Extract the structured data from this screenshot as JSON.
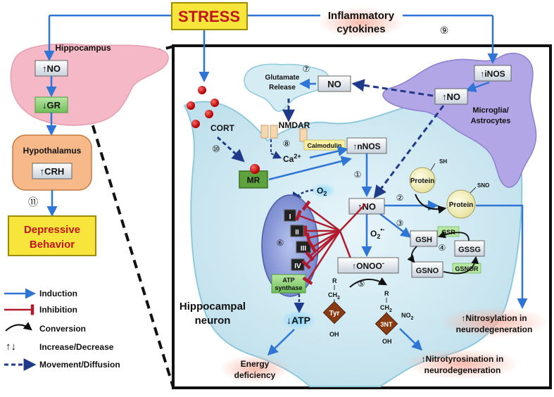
{
  "top": {
    "stress": "STRESS",
    "cytokines_line1": "Inflammatory",
    "cytokines_line2": "cytokines"
  },
  "hippocampus": {
    "title": "Hippocampus",
    "no_box": "↑NO",
    "gr_box": "↓GR"
  },
  "hypothalamus": {
    "title": "Hypothalamus",
    "crh_box": "↑CRH"
  },
  "depressive": {
    "line1": "Depressive",
    "line2": "Behavior"
  },
  "numbers": {
    "n1": "①",
    "n2": "②",
    "n3": "③",
    "n4": "④",
    "n5": "⑤",
    "n6": "⑥",
    "n7": "⑦",
    "n8": "⑧",
    "n9": "⑨",
    "n10": "⑩",
    "n11": "⑪"
  },
  "microglia": {
    "inos": "↑iNOS",
    "no": "↑NO",
    "line1": "Microglia/",
    "line2": "Astrocytes"
  },
  "glutamate": {
    "line1": "Glutamate",
    "line2": "Release",
    "no": "NO"
  },
  "receptors": {
    "cort": "CORT",
    "nmdar": "NMDAR",
    "calmodulin": "Calmodulin",
    "ca": "Ca",
    "ca_sup": "2+",
    "nnos": "↑nNOS",
    "mr": "MR"
  },
  "neuron": {
    "label_line1": "Hippocampal",
    "label_line2": "neuron",
    "o2": "O",
    "o2_sub": "2",
    "no_center": "↑NO",
    "superoxide": "O",
    "superoxide_sub": "2",
    "superoxide_sup": "•-",
    "onoo": "↑ONOO",
    "onoo_sup": "-"
  },
  "mito": {
    "complexes": [
      "I",
      "II",
      "III",
      "IV"
    ],
    "atp_synthase_line1": "ATP",
    "atp_synthase_line2": "synthase",
    "atp_out": "↓ATP"
  },
  "nitrosylation": {
    "protein_sh": "Protein",
    "sh": "SH",
    "protein_sno": "Protein",
    "sno": "SNO",
    "gsh": "GSH",
    "gssg": "GSSG",
    "gsno": "GSNO",
    "gsr": "GSR",
    "gsnor": "GSNOR",
    "outcome_line1": "↑Nitrosylation in",
    "outcome_line2": "neurodegeneration"
  },
  "tyrosine": {
    "r1": "R",
    "ch2_1": "CH",
    "ch2_1_sub": "2",
    "tyr": "Tyr",
    "oh1": "OH",
    "r2": "R",
    "ch2_2": "CH",
    "ch2_2_sub": "2",
    "nt": "3NT",
    "no2": "NO",
    "no2_sub": "2",
    "oh2": "OH",
    "outcome_line1": "↑Nitrotyrosination in",
    "outcome_line2": "neurodegeneration"
  },
  "energy": {
    "line1": "Energy",
    "line2": "deficiency"
  },
  "legend": {
    "induction": "Induction",
    "inhibition": "Inhibition",
    "conversion": "Conversion",
    "arrows_symbol": "↑↓",
    "increase_decrease": "Increase/Decrease",
    "movement": "Movement/Diffusion"
  },
  "colors": {
    "induction": "#2e75d6",
    "inhibition": "#b01c2e",
    "diffusion": "#1f3a8a",
    "neuron_fill": "#d6ecf3",
    "microglia_fill": "#b3a6e6",
    "hippocampus_fill": "#f4b8c6",
    "stress_fill": "#f7e53b",
    "stress_text": "#c0161b"
  }
}
